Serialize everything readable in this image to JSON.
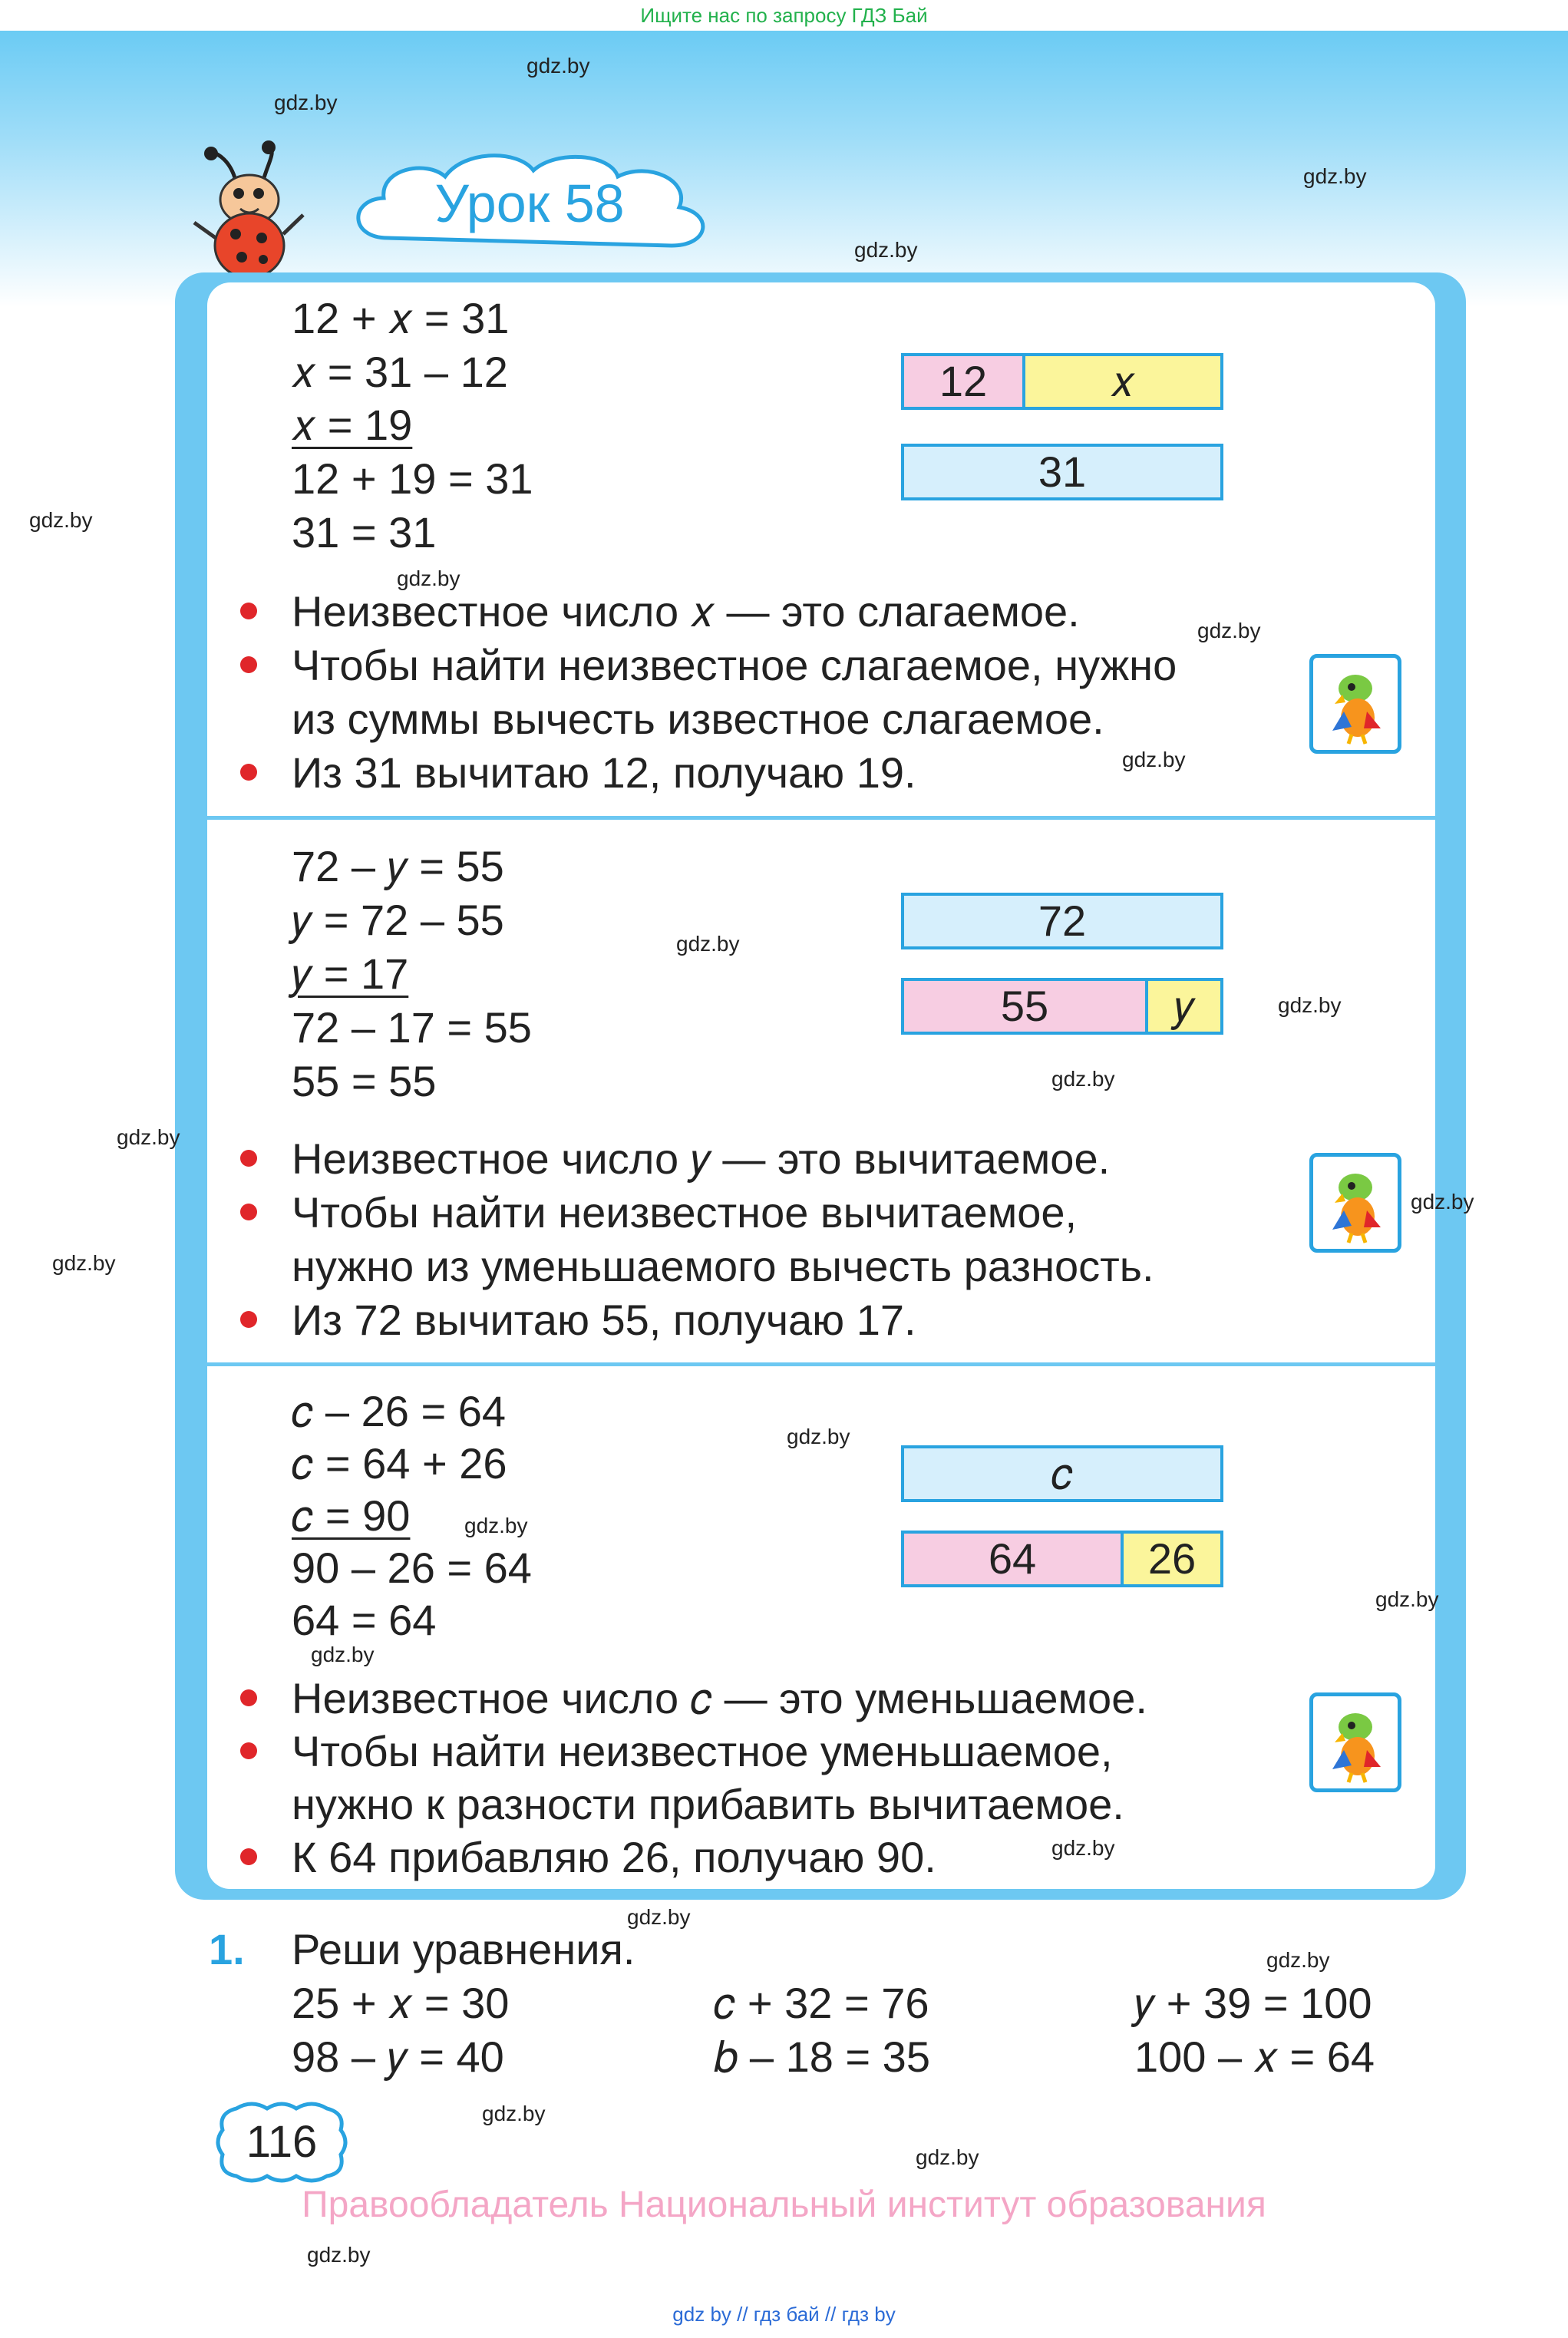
{
  "top_note": "Ищите нас по запросу ГДЗ Бай",
  "lesson": {
    "title": "Урок 58"
  },
  "sections": [
    {
      "lines": [
        "12 + 𝑥 = 31",
        "𝑥 = 31 – 12",
        "𝑥 = 19",
        "12 + 19 = 31",
        "31 = 31"
      ],
      "diagram": {
        "top_left": "12",
        "top_right": "𝑥",
        "bottom": "31"
      },
      "rules": [
        "Неизвестное число 𝑥 — это слагаемое.",
        "Чтобы найти неизвестное слагаемое, нужно",
        "из суммы вычесть известное слагаемое.",
        "Из 31 вычитаю 12, получаю 19."
      ]
    },
    {
      "lines": [
        "72 – 𝑦 = 55",
        "𝑦 = 72 – 55",
        "𝑦 = 17",
        "72 – 17 = 55",
        "55 = 55"
      ],
      "diagram": {
        "top": "72",
        "bottom_left": "55",
        "bottom_right": "𝑦"
      },
      "rules": [
        "Неизвестное число 𝑦 — это вычитаемое.",
        "Чтобы найти неизвестное вычитаемое,",
        "нужно из уменьшаемого вычесть разность.",
        "Из 72 вычитаю 55, получаю 17."
      ]
    },
    {
      "lines": [
        "𝑐 – 26 = 64",
        "𝑐 = 64 + 26",
        "𝑐 = 90",
        "90 – 26 = 64",
        "64 = 64"
      ],
      "diagram": {
        "top": "𝑐",
        "bottom_left": "64",
        "bottom_right": "26"
      },
      "rules": [
        "Неизвестное число 𝑐 — это уменьшаемое.",
        "Чтобы найти неизвестное уменьшаемое,",
        "нужно к разности прибавить вычитаемое.",
        "К 64 прибавляю 26, получаю 90."
      ]
    }
  ],
  "task": {
    "number": "1.",
    "text": "Реши уравнения.",
    "equations": [
      "25 + 𝑥 = 30",
      "𝑐 + 32 = 76",
      "𝑦 + 39 = 100",
      "98 – 𝑦 = 40",
      "𝑏 – 18 = 35",
      "100 – 𝑥 = 64"
    ]
  },
  "page_number": "116",
  "rights": "Правообладатель Национальный институт образования",
  "watermark": "gdz.by",
  "footer": "gdz by  //  гдз бай  //  гдз by",
  "colors": {
    "frame": "#6dc8f2",
    "title": "#29a3e0",
    "bullet": "#e0262a",
    "pink": "#f7cde2",
    "yellow": "#fbf59b",
    "blue": "#d6effc"
  }
}
